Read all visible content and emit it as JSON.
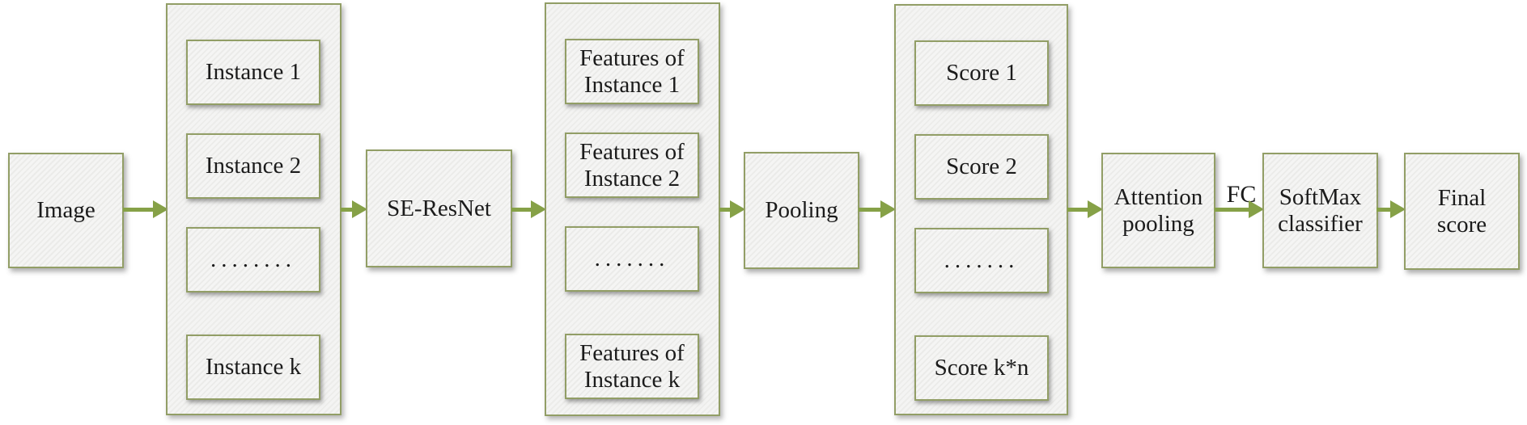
{
  "diagram": {
    "nodes": {
      "image": "Image",
      "se_resnet": "SE-ResNet",
      "pooling": "Pooling",
      "attention_pooling": "Attention\npooling",
      "softmax_classifier": "SoftMax\nclassifier",
      "final_score": "Final\nscore",
      "fc_label": "FC"
    },
    "groups": {
      "instances": [
        "Instance 1",
        "Instance 2",
        "........",
        "Instance k"
      ],
      "features": [
        "Features of\nInstance 1",
        "Features of\nInstance 2",
        ".......",
        "Features of\nInstance k"
      ],
      "scores": [
        "Score 1",
        "Score 2",
        ".......",
        "Score k*n"
      ]
    },
    "colors": {
      "box_border": "#929e66",
      "arrow": "#86a147",
      "box_fill_light": "#f5f5f4",
      "box_fill_stripe": "#ebebe9",
      "text": "#1b1b1b"
    }
  }
}
